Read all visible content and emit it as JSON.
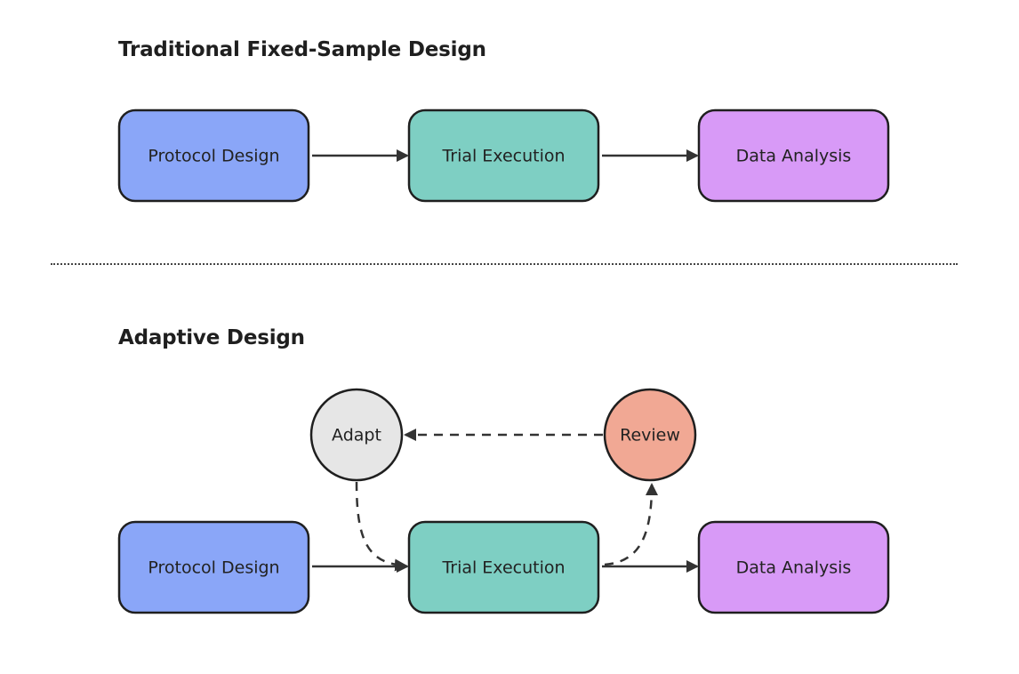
{
  "traditional": {
    "title": "Traditional Fixed-Sample Design",
    "nodes": {
      "protocol": "Protocol Design",
      "trial": "Trial Execution",
      "analysis": "Data Analysis"
    }
  },
  "adaptive": {
    "title": "Adaptive Design",
    "nodes": {
      "protocol": "Protocol Design",
      "trial": "Trial Execution",
      "analysis": "Data Analysis",
      "adapt": "Adapt",
      "review": "Review"
    }
  },
  "colors": {
    "protocol": "#8aa6f8",
    "trial": "#7ecfc3",
    "analysis": "#d89af7",
    "adapt": "#e6e6e6",
    "review": "#f1a894",
    "stroke": "#1f1f1f",
    "arrow": "#333333"
  }
}
